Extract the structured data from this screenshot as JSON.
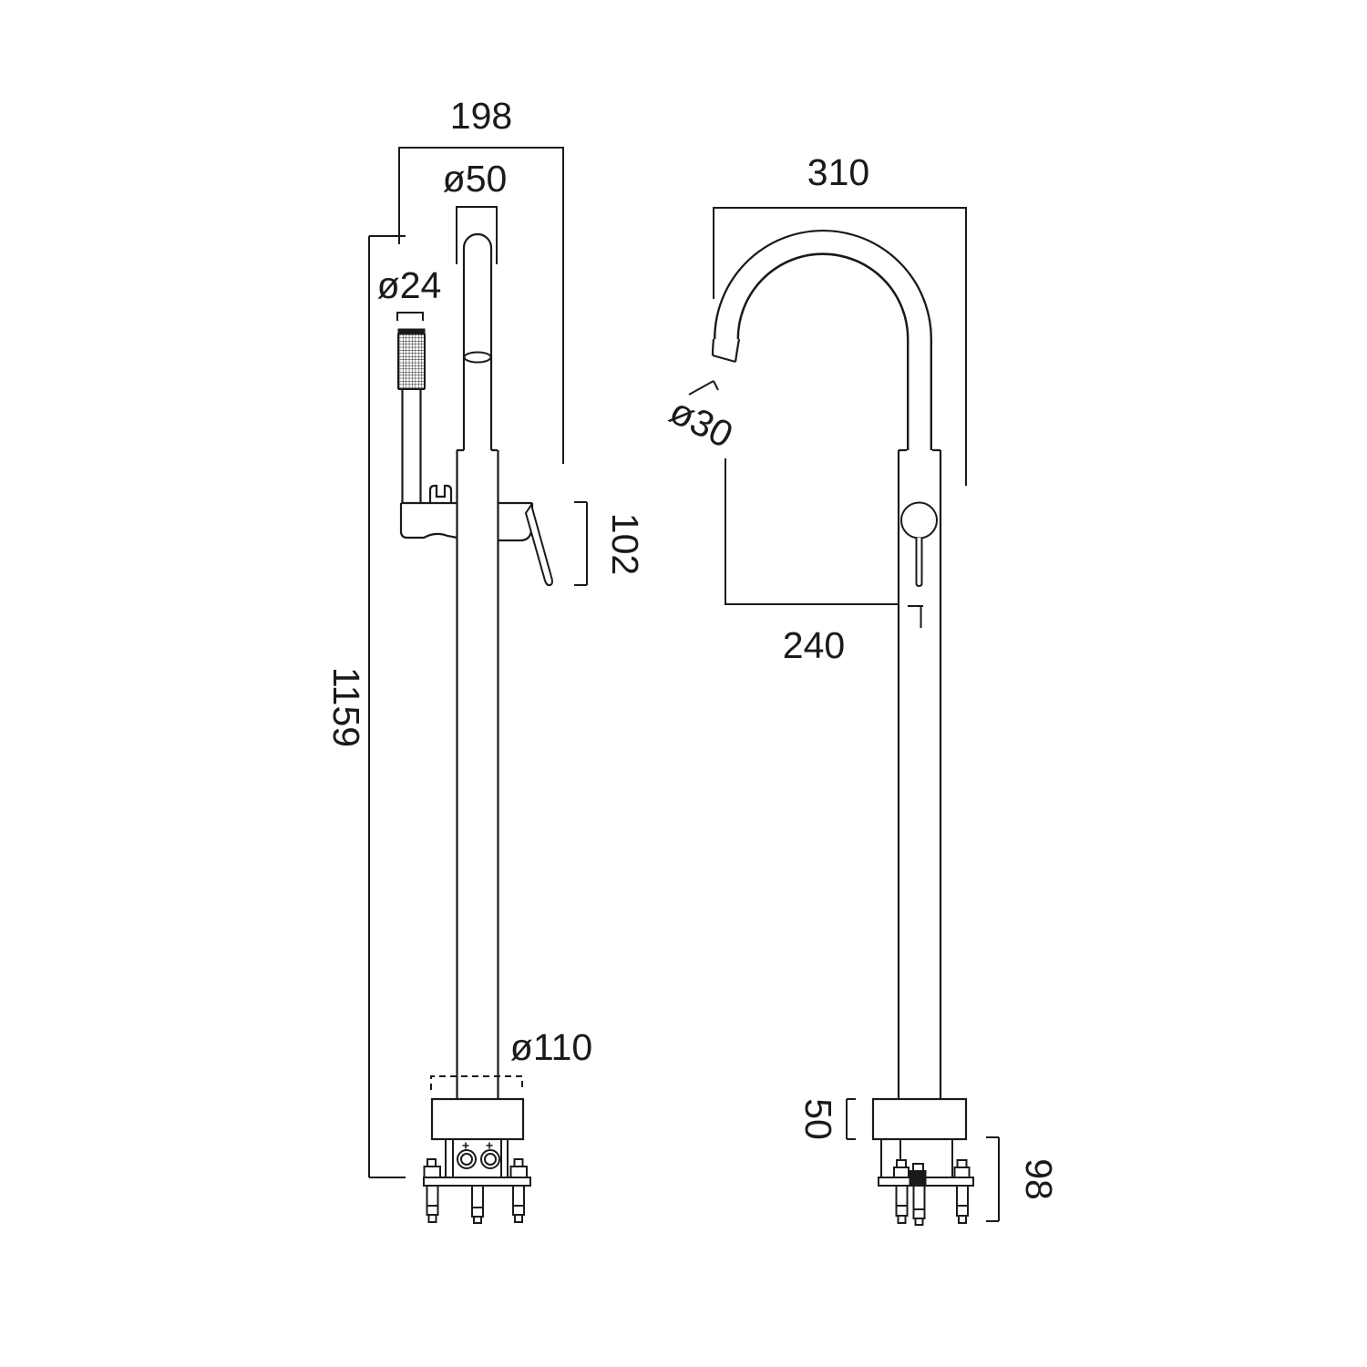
{
  "drawing": {
    "background_color": "#ffffff",
    "line_color": "#1a1a1a",
    "dimensions": {
      "overall_width": "198",
      "column_diameter": "ø50",
      "handset_diameter": "ø24",
      "body_height": "102",
      "overall_height": "1159",
      "base_diameter": "ø110",
      "spout_width": "310",
      "spout_diameter": "ø30",
      "spout_reach": "240",
      "base_height": "50",
      "underfloor_depth": "98"
    }
  }
}
